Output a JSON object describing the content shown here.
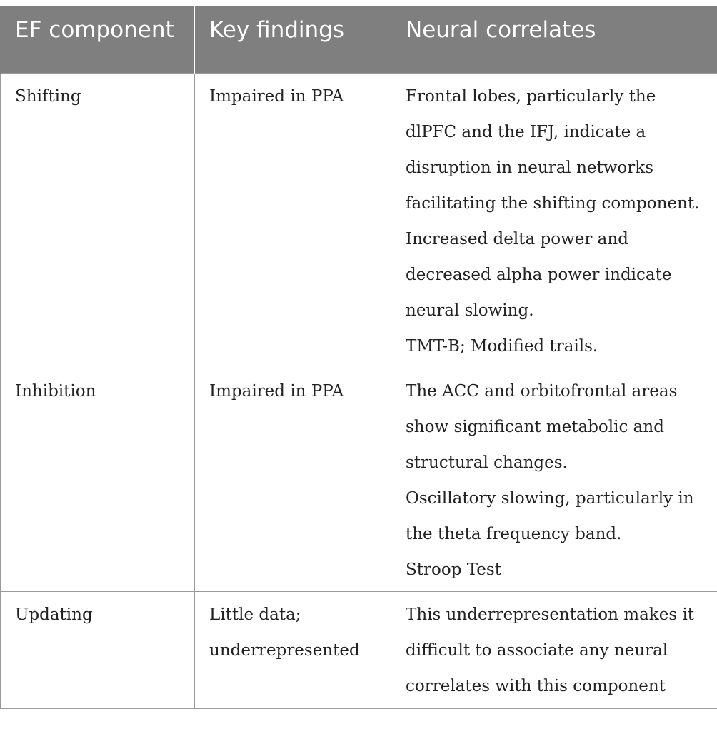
{
  "table": {
    "headers": [
      "EF component",
      "Key findings",
      "Neural correlates"
    ],
    "rows": [
      {
        "component": "Shifting",
        "findings": [
          "Impaired in PPA"
        ],
        "correlates": [
          "Frontal lobes, particularly the",
          "dlPFC and the IFJ, indicate a",
          "disruption in neural networks",
          "facilitating the shifting component.",
          "Increased delta power and",
          "decreased alpha power indicate",
          "neural slowing.",
          "TMT-B; Modified trails."
        ]
      },
      {
        "component": "Inhibition",
        "findings": [
          "Impaired in PPA"
        ],
        "correlates": [
          "The ACC and orbitofrontal areas",
          "show significant metabolic and",
          "structural changes.",
          "Oscillatory slowing, particularly in",
          "the theta frequency band.",
          "Stroop Test"
        ]
      },
      {
        "component": "Updating",
        "findings": [
          "Little data;",
          "underrepresented"
        ],
        "correlates": [
          "This underrepresentation makes it",
          "difficult to associate any neural",
          "correlates with this component"
        ]
      }
    ]
  }
}
